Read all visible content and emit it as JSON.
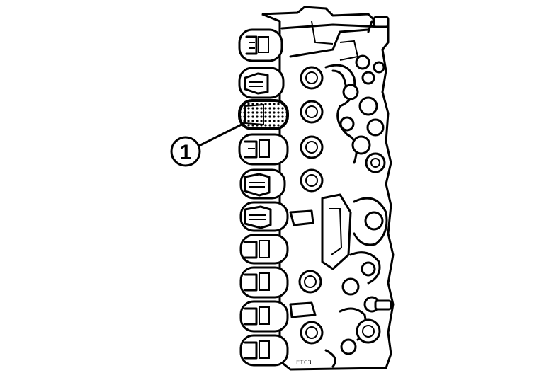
{
  "figure": {
    "subject": "",
    "callouts": [
      {
        "id": "1",
        "label": "1",
        "target": "solenoid-valve-3"
      }
    ],
    "stamp_text": "ETC3",
    "highlighted_part_pattern": "dotted"
  },
  "colors": {
    "line": "#000000",
    "background": "#ffffff"
  }
}
